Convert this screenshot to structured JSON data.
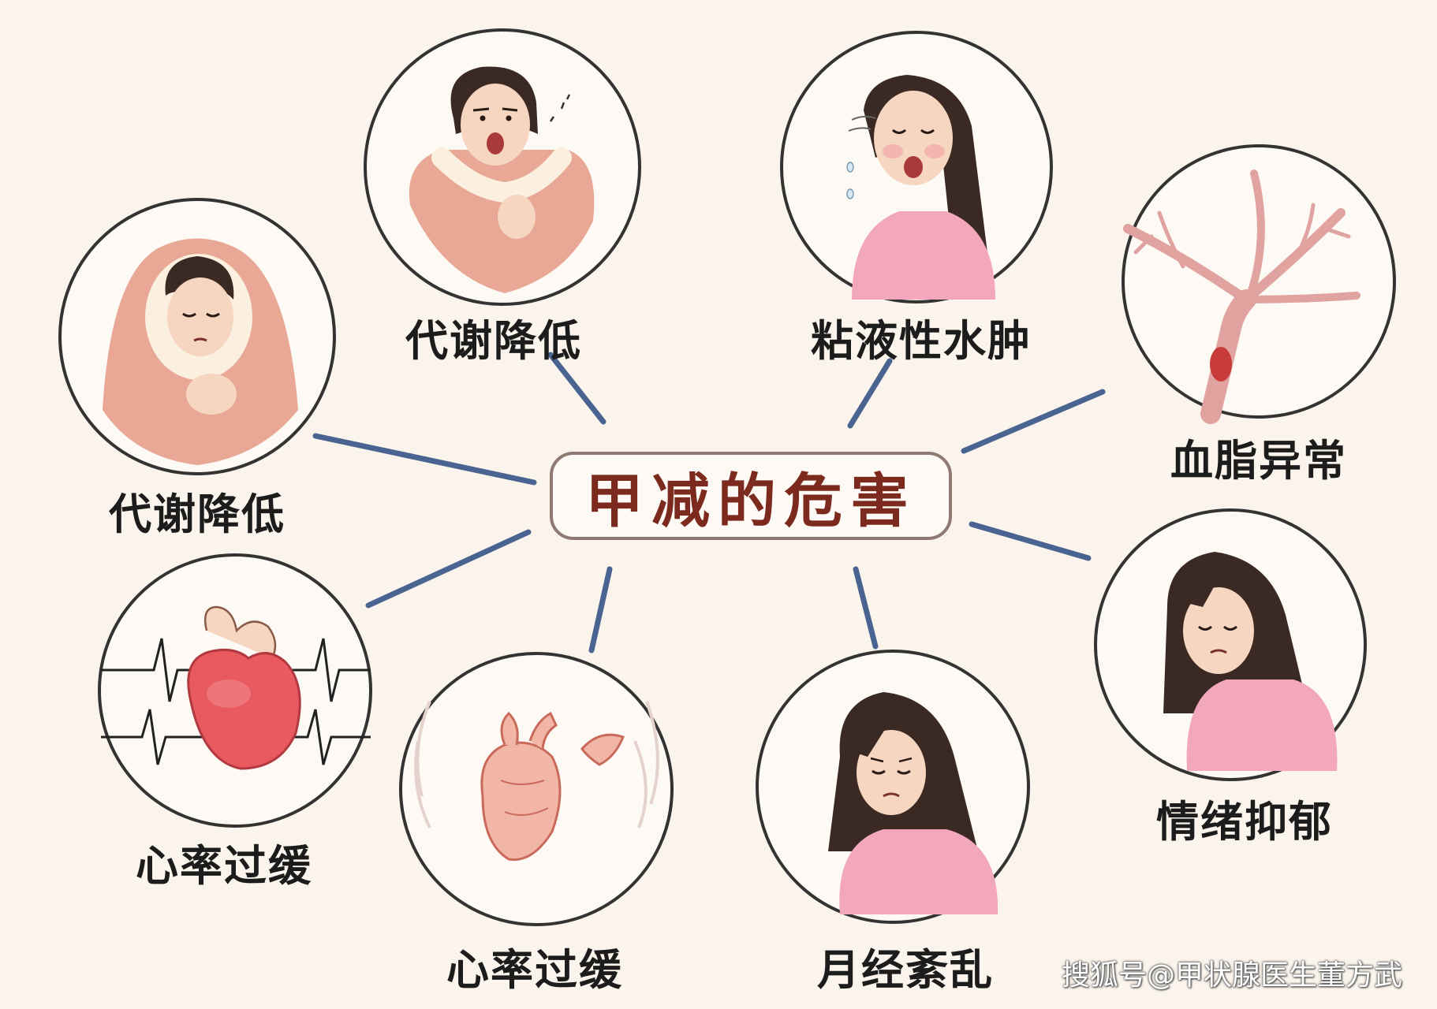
{
  "title": "甲减的危害",
  "nodes": [
    {
      "id": "metabolism-1",
      "label": "代谢降低",
      "icon": "woman-in-blanket-cold-icon"
    },
    {
      "id": "metabolism-2",
      "label": "代谢降低",
      "icon": "woman-wrapped-in-blanket-icon"
    },
    {
      "id": "myxedema",
      "label": "粘液性水肿",
      "icon": "woman-crying-swollen-icon"
    },
    {
      "id": "dyslipidemia",
      "label": "血脂异常",
      "icon": "blood-vessel-plaque-icon"
    },
    {
      "id": "depression",
      "label": "情绪抑郁",
      "icon": "sad-woman-icon"
    },
    {
      "id": "menstrual",
      "label": "月经紊乱",
      "icon": "woman-in-pain-icon"
    },
    {
      "id": "bradycardia-1",
      "label": "心率过缓",
      "icon": "heart-with-vessels-icon"
    },
    {
      "id": "bradycardia-2",
      "label": "心率过缓",
      "icon": "heart-ecg-icon"
    }
  ],
  "watermark": "搜狐号@甲状腺医生董方武",
  "colors": {
    "background": "#faf4ec",
    "connector": "#4a6491",
    "title": "#7d2a1e",
    "skin": "#f6d6c0",
    "blanket": "#e8a895",
    "shirt": "#f3a7bd",
    "heart": "#e85a5f"
  }
}
